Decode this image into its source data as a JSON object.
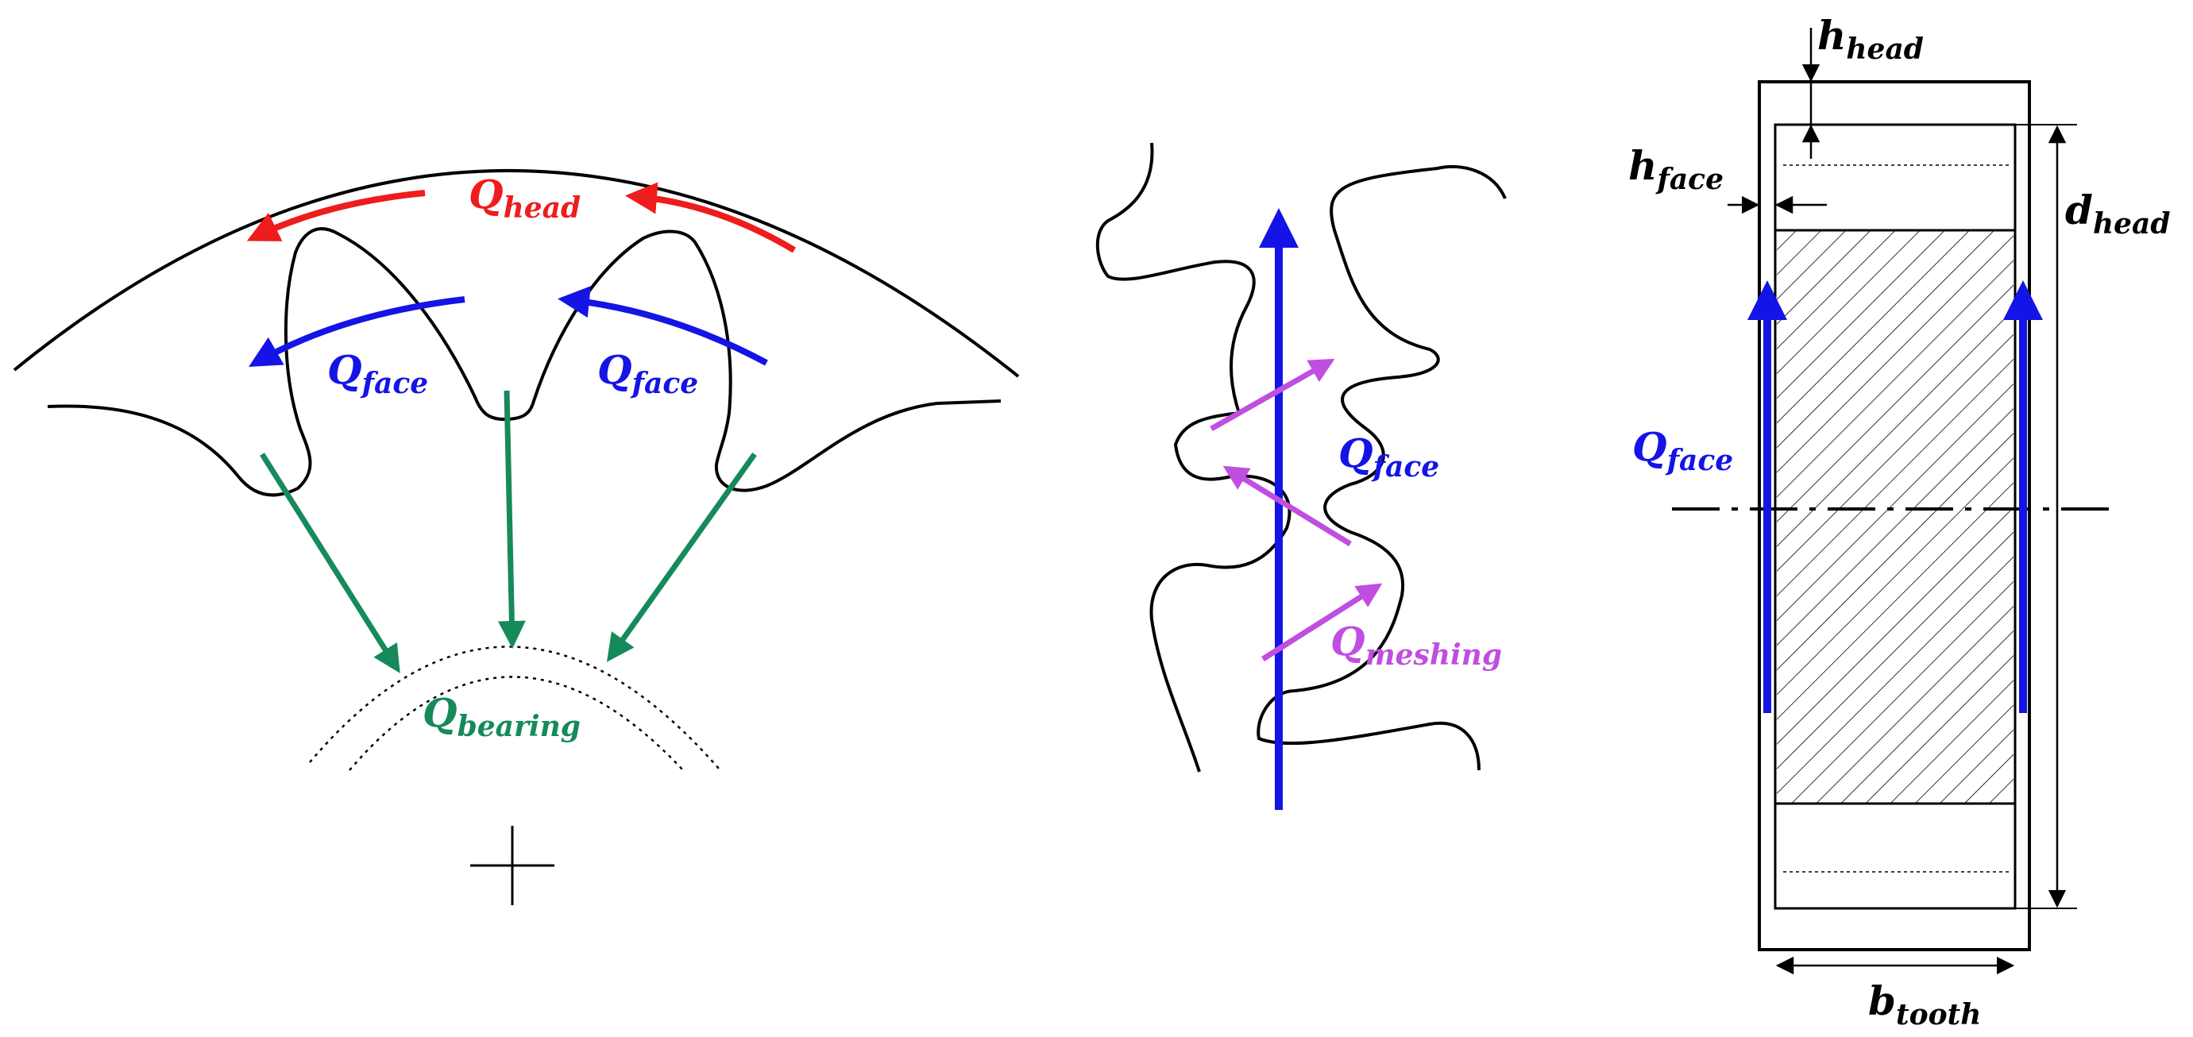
{
  "labels": {
    "q_head": {
      "main": "Q",
      "sub": "head"
    },
    "q_face_left": {
      "main": "Q",
      "sub": "face"
    },
    "q_face_right": {
      "main": "Q",
      "sub": "face"
    },
    "q_bearing": {
      "main": "Q",
      "sub": "bearing"
    },
    "q_face_mesh": {
      "main": "Q",
      "sub": "face"
    },
    "q_meshing": {
      "main": "Q",
      "sub": "meshing"
    },
    "h_head": {
      "main": "h",
      "sub": "head"
    },
    "h_face": {
      "main": "h",
      "sub": "face"
    },
    "d_head": {
      "main": "d",
      "sub": "head"
    },
    "q_face_section": {
      "main": "Q",
      "sub": "face"
    },
    "b_tooth": {
      "main": "b",
      "sub": "tooth"
    }
  },
  "colors": {
    "head_flow": "#ee1c1c",
    "face_flow": "#1414e6",
    "bearing_flow": "#168a5a",
    "meshing_flow": "#c04ee0",
    "outline": "#000000"
  }
}
